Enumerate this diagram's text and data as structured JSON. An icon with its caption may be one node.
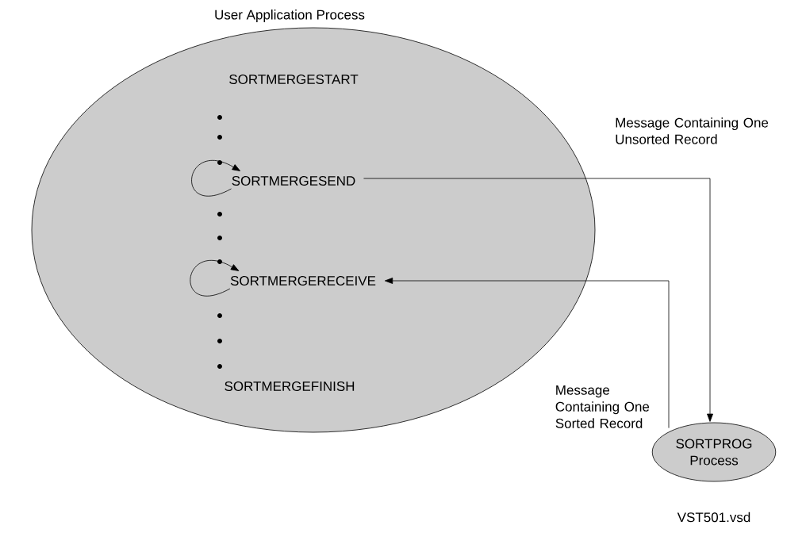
{
  "diagram": {
    "nodes": [
      {
        "text": [
          "User Application Process",
          "SORTMERGESTART",
          "SORTMERGEFINISH"
        ]
      },
      {
        "text": [
          "SORTMERGESEND"
        ],
        "in": 0
      },
      {
        "text": [
          "SORTMERGERECEIVE"
        ],
        "in": 0
      },
      {
        "text": [
          "SORTPROG Process"
        ]
      }
    ],
    "edges": [
      {
        "from": 1,
        "to": 1,
        "arrow": "to"
      },
      {
        "from": 2,
        "to": 2,
        "arrow": "to"
      },
      {
        "from": 1,
        "to": 3,
        "arrow": "to",
        "label": "Message Containing One Unsorted Record"
      },
      {
        "from": 3,
        "to": 2,
        "arrow": "to",
        "label": "Message Containing One Sorted Record"
      }
    ],
    "labels": [
      "VST501.vsd"
    ]
  }
}
